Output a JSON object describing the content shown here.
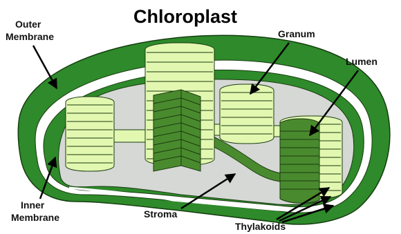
{
  "title": "Chloroplast",
  "labels": {
    "outer_membrane_line1": "Outer",
    "outer_membrane_line2": "Membrane",
    "inner_membrane_line1": "Inner",
    "inner_membrane_line2": "Membrane",
    "granum": "Granum",
    "lumen": "Lumen",
    "stroma": "Stroma",
    "thylakoids": "Thylakoids"
  },
  "colors": {
    "membrane_dark": "#2e8a2a",
    "membrane_light": "#ffffff",
    "stroma": "#d5d8d5",
    "thylakoid_light": "#e2f7b0",
    "thylakoid_dark": "#4a8a2e",
    "outline": "#1a3a10"
  }
}
